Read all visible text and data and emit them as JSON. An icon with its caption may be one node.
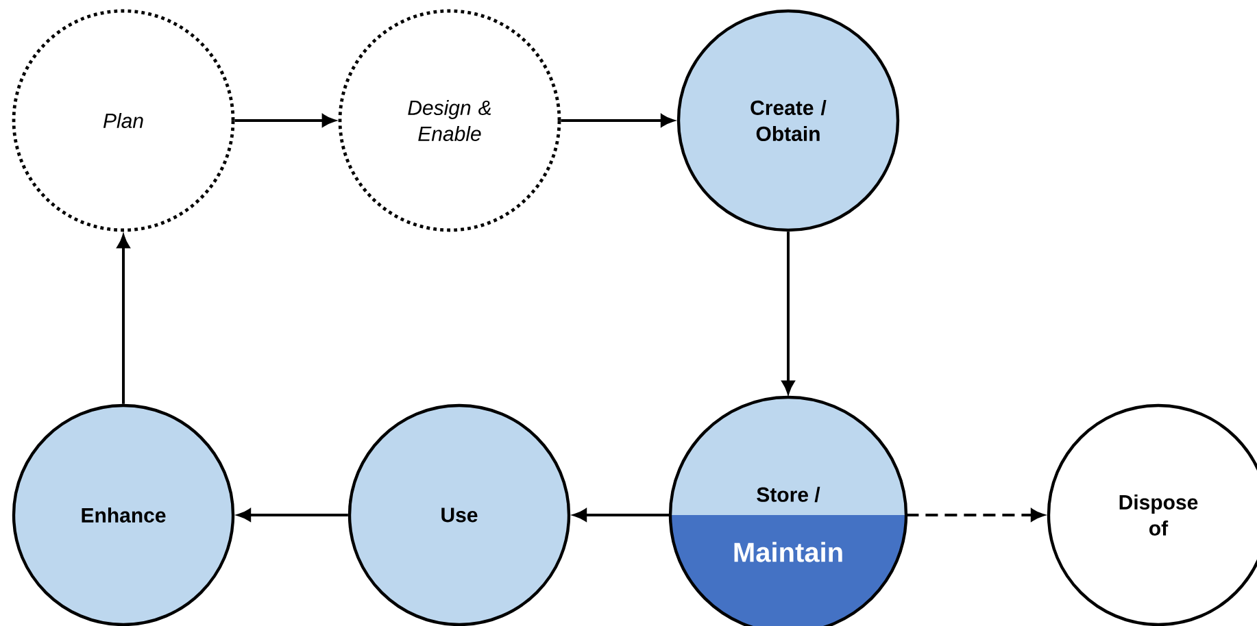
{
  "diagram": {
    "nodes": [
      {
        "text": [
          "Plan"
        ]
      },
      {
        "text": [
          "Design & Enable"
        ]
      },
      {
        "text": [
          "Create / Obtain"
        ]
      },
      {
        "text": [
          "Store /",
          "Maintain"
        ]
      },
      {
        "text": [
          "Use"
        ]
      },
      {
        "text": [
          "Enhance"
        ]
      },
      {
        "text": [
          "Dispose of"
        ]
      }
    ],
    "edges": [
      {
        "from": 0,
        "to": 1,
        "arrow": "to"
      },
      {
        "from": 1,
        "to": 2,
        "arrow": "to"
      },
      {
        "from": 2,
        "to": 3,
        "arrow": "to"
      },
      {
        "from": 3,
        "to": 4,
        "arrow": "to"
      },
      {
        "from": 4,
        "to": 5,
        "arrow": "to"
      },
      {
        "from": 5,
        "to": 0,
        "arrow": "to"
      },
      {
        "from": 3,
        "to": 6,
        "arrow": "to",
        "style": "dashed"
      }
    ]
  }
}
